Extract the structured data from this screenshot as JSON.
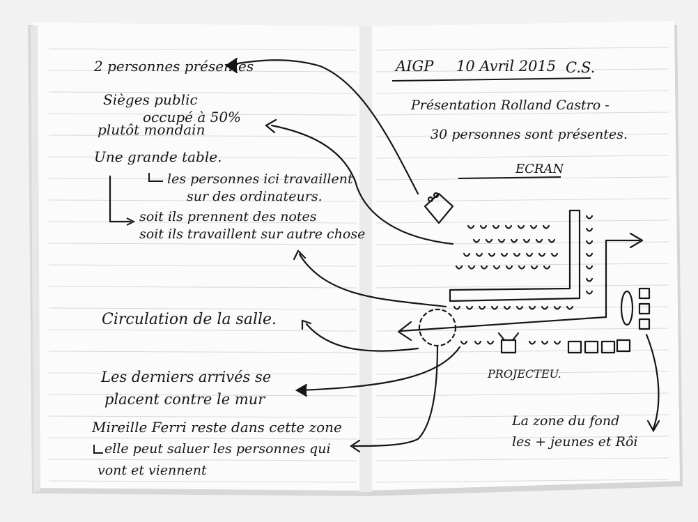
{
  "image": {
    "kind": "photo of an open lined notebook with handwritten notes and a room sketch"
  },
  "left_page": {
    "lines": {
      "presenters": "2 personnes présentes",
      "seats_1": "Sièges public",
      "seats_2": "occupé à 50%",
      "seats_3": "plutôt mondain",
      "table_1": "Une grande table.",
      "table_2": "les personnes ici travaillent",
      "table_3": "sur des ordinateurs.",
      "table_4": "soit ils prennent des notes",
      "table_5": "soit ils travaillent sur autre chose",
      "circulation": "Circulation de la salle.",
      "late_1": "Les derniers arrivés se",
      "late_2": "placent contre le mur",
      "mireille_1": "Mireille Ferri reste dans cette zone",
      "mireille_2": "elle peut saluer les personnes qui",
      "mireille_3": "vont et viennent"
    }
  },
  "right_page": {
    "header": {
      "org": "AIGP",
      "date": "10 Avril 2015",
      "initials": "C.S."
    },
    "intro_1": "Présentation Rolland Castro -",
    "intro_2": "30 personnes sont présentes.",
    "screen_label": "ECRAN",
    "projector_label": "PROJECTEU.",
    "back_zone_1": "La zone du fond",
    "back_zone_2": "les + jeunes et Rôi"
  },
  "colors": {
    "paper": "#fbfbfb",
    "ink": "#161616",
    "ruling": "#d9d9d9",
    "background": "#f2f2f2"
  }
}
